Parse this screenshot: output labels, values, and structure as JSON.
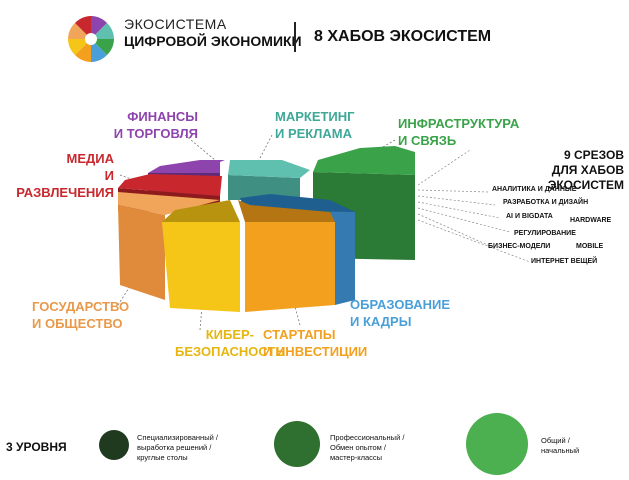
{
  "header": {
    "brand_line1": "ЭКОСИСТЕМА",
    "brand_line2": "ЦИФРОВОЙ ЭКОНОМИКИ",
    "headline": "8 ХАБОВ ЭКОСИСТЕМ"
  },
  "hubs": [
    {
      "line1": "ФИНАНСЫ",
      "line2": "И ТОРГОВЛЯ",
      "color": "#8e44ad"
    },
    {
      "line1": "МАРКЕТИНГ",
      "line2": "И РЕКЛАМА",
      "color": "#5fc0b0"
    },
    {
      "line1": "ИНФРАСТРУКТУРА",
      "line2": "И СВЯЗЬ",
      "color": "#3aa34a"
    },
    {
      "line1": "МЕДИА",
      "line2": "И РАЗВЛЕЧЕНИЯ",
      "color": "#c8282d"
    },
    {
      "line1": "ГОСУДАРСТВО",
      "line2": "И ОБЩЕСТВО",
      "color": "#f0a55a"
    },
    {
      "line1": "КИБЕР-",
      "line2": "БЕЗОПАСНОСТЬ",
      "color": "#f5c518"
    },
    {
      "line1": "СТАРТАПЫ",
      "line2": "И ИНВЕСТИЦИИ",
      "color": "#f2a01e"
    },
    {
      "line1": "ОБРАЗОВАНИЕ",
      "line2": "И КАДРЫ",
      "color": "#4a9fd8"
    }
  ],
  "slices": {
    "title_line1": "9 СРЕЗОВ",
    "title_line2": "ДЛЯ ХАБОВ ЭКОСИСТЕМ",
    "items": [
      "АНАЛИТИКА И ДАННЫЕ",
      "РАЗРАБОТКА И ДИЗАЙН",
      "AI И BIGDATA",
      "HARDWARE",
      "РЕГУЛИРОВАНИЕ",
      "БИЗНЕС-МОДЕЛИ",
      "MOBILE",
      "ИНТЕРНЕТ ВЕЩЕЙ"
    ]
  },
  "levels": {
    "title": "3 УРОВНЯ",
    "items": [
      {
        "line1": "Специализированный /",
        "line2": "выработка решений /",
        "line3": "круглые столы",
        "color": "#1f3a1f"
      },
      {
        "line1": "Профессиональный /",
        "line2": "Обмен опытом /",
        "line3": "мастер-классы",
        "color": "#2f6f2f"
      },
      {
        "line1": "Общий /",
        "line2": "начальный",
        "line3": "",
        "color": "#4caf50"
      }
    ]
  }
}
